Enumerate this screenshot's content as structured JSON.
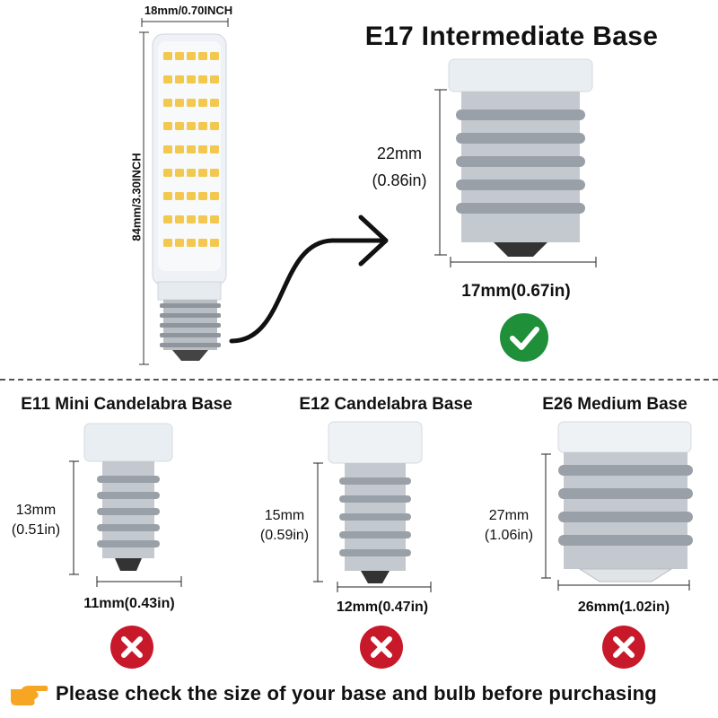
{
  "main_bulb": {
    "width_label": "18mm/0.70INCH",
    "height_label": "84mm/3.30INCH"
  },
  "e17": {
    "title": "E17 Intermediate Base",
    "height_mm": "22mm",
    "height_in": "(0.86in)",
    "width_label": "17mm(0.67in)",
    "status": "check"
  },
  "others": [
    {
      "title": "E11 Mini Candelabra Base",
      "height_mm": "13mm",
      "height_in": "(0.51in)",
      "width_label": "11mm(0.43in)",
      "status": "cross"
    },
    {
      "title": "E12 Candelabra Base",
      "height_mm": "15mm",
      "height_in": "(0.59in)",
      "width_label": "12mm(0.47in)",
      "status": "cross"
    },
    {
      "title": "E26 Medium Base",
      "height_mm": "27mm",
      "height_in": "(1.06in)",
      "width_label": "26mm(1.02in)",
      "status": "cross"
    }
  ],
  "footer": {
    "note": "Please check the size of your base and bulb before purchasing",
    "icon": "pointing-hand-icon"
  },
  "colors": {
    "check_green": "#1f8f3a",
    "cross_red": "#c8192b",
    "hand_orange": "#f6a623",
    "led_yellow": "#f3c84f"
  }
}
